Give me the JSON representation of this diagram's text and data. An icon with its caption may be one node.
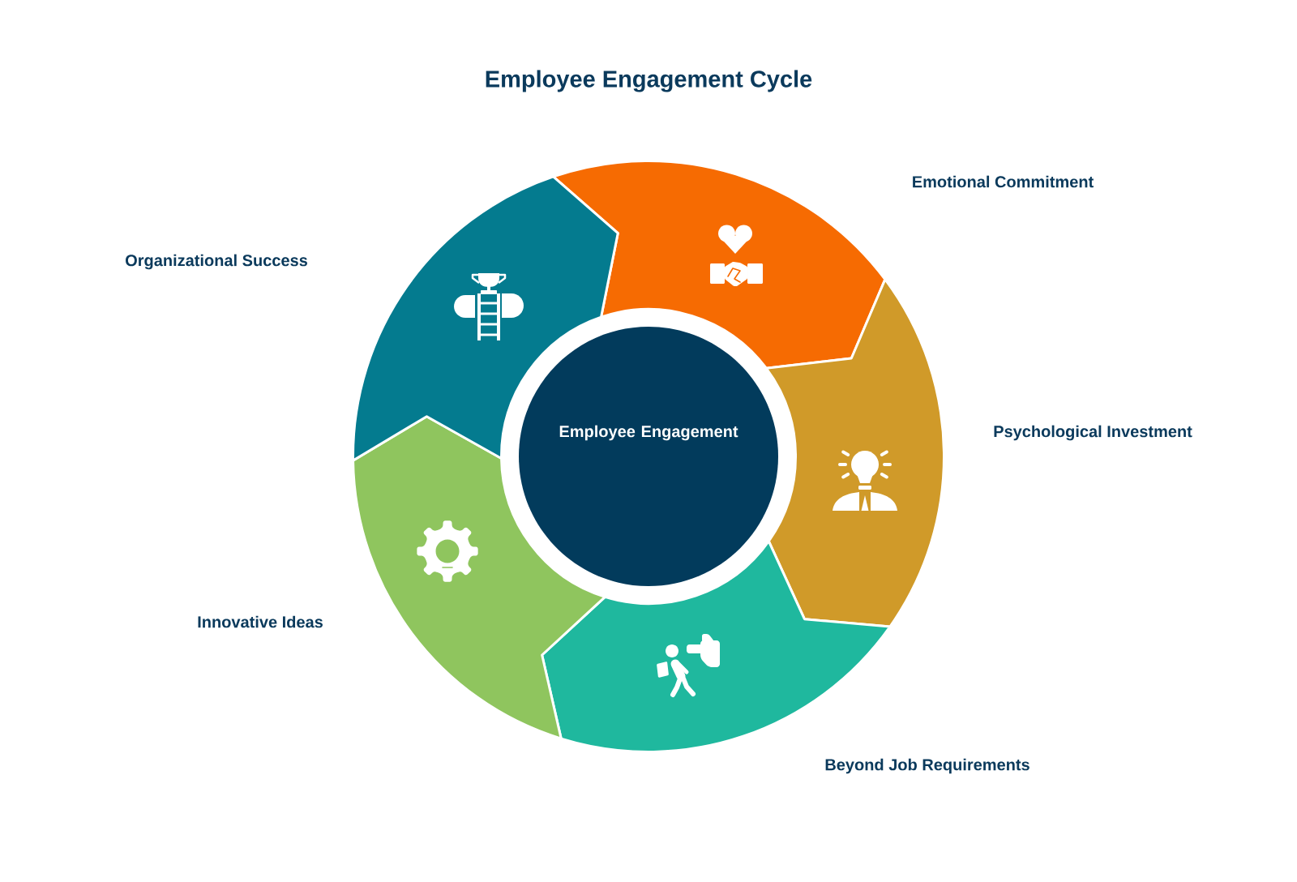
{
  "diagram": {
    "title": "Employee Engagement Cycle",
    "nodes": [
      {
        "text": [
          "Employee Engagement"
        ]
      },
      {
        "text": [],
        "shape": "arrow",
        "beside": [
          "Emotional Commitment"
        ]
      },
      {
        "text": [],
        "shape": "arrow",
        "beside": [
          "Psychological Investment"
        ]
      },
      {
        "text": [],
        "shape": "arrow",
        "beside": [
          "Beyond Job Requirements"
        ]
      },
      {
        "text": [],
        "shape": "arrow",
        "beside": [
          "Innovative Ideas"
        ]
      },
      {
        "text": [],
        "shape": "arrow",
        "beside": [
          "Organizational Success"
        ]
      }
    ]
  }
}
